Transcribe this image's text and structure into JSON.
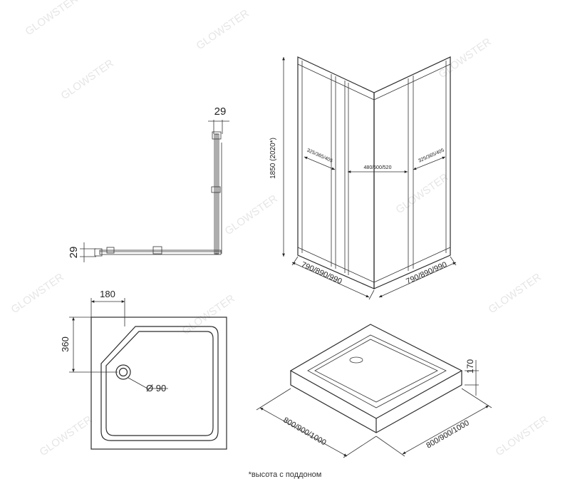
{
  "profile": {
    "top_width": "29",
    "side_width": "29"
  },
  "cabin": {
    "height": "1850 (2020*)",
    "width_left": "790/890/990",
    "width_right": "790/890/990",
    "door_left": "325/365/405",
    "door_center": "480/500/520",
    "door_right": "325/365/405"
  },
  "tray_plan": {
    "corner_x": "180",
    "corner_y": "360",
    "drain": "Ø 90"
  },
  "tray_3d": {
    "height": "170",
    "width_left": "800/900/1000",
    "width_right": "800/900/1000"
  },
  "footnote": "*высота с поддоном",
  "watermark": "GLOWSTER"
}
